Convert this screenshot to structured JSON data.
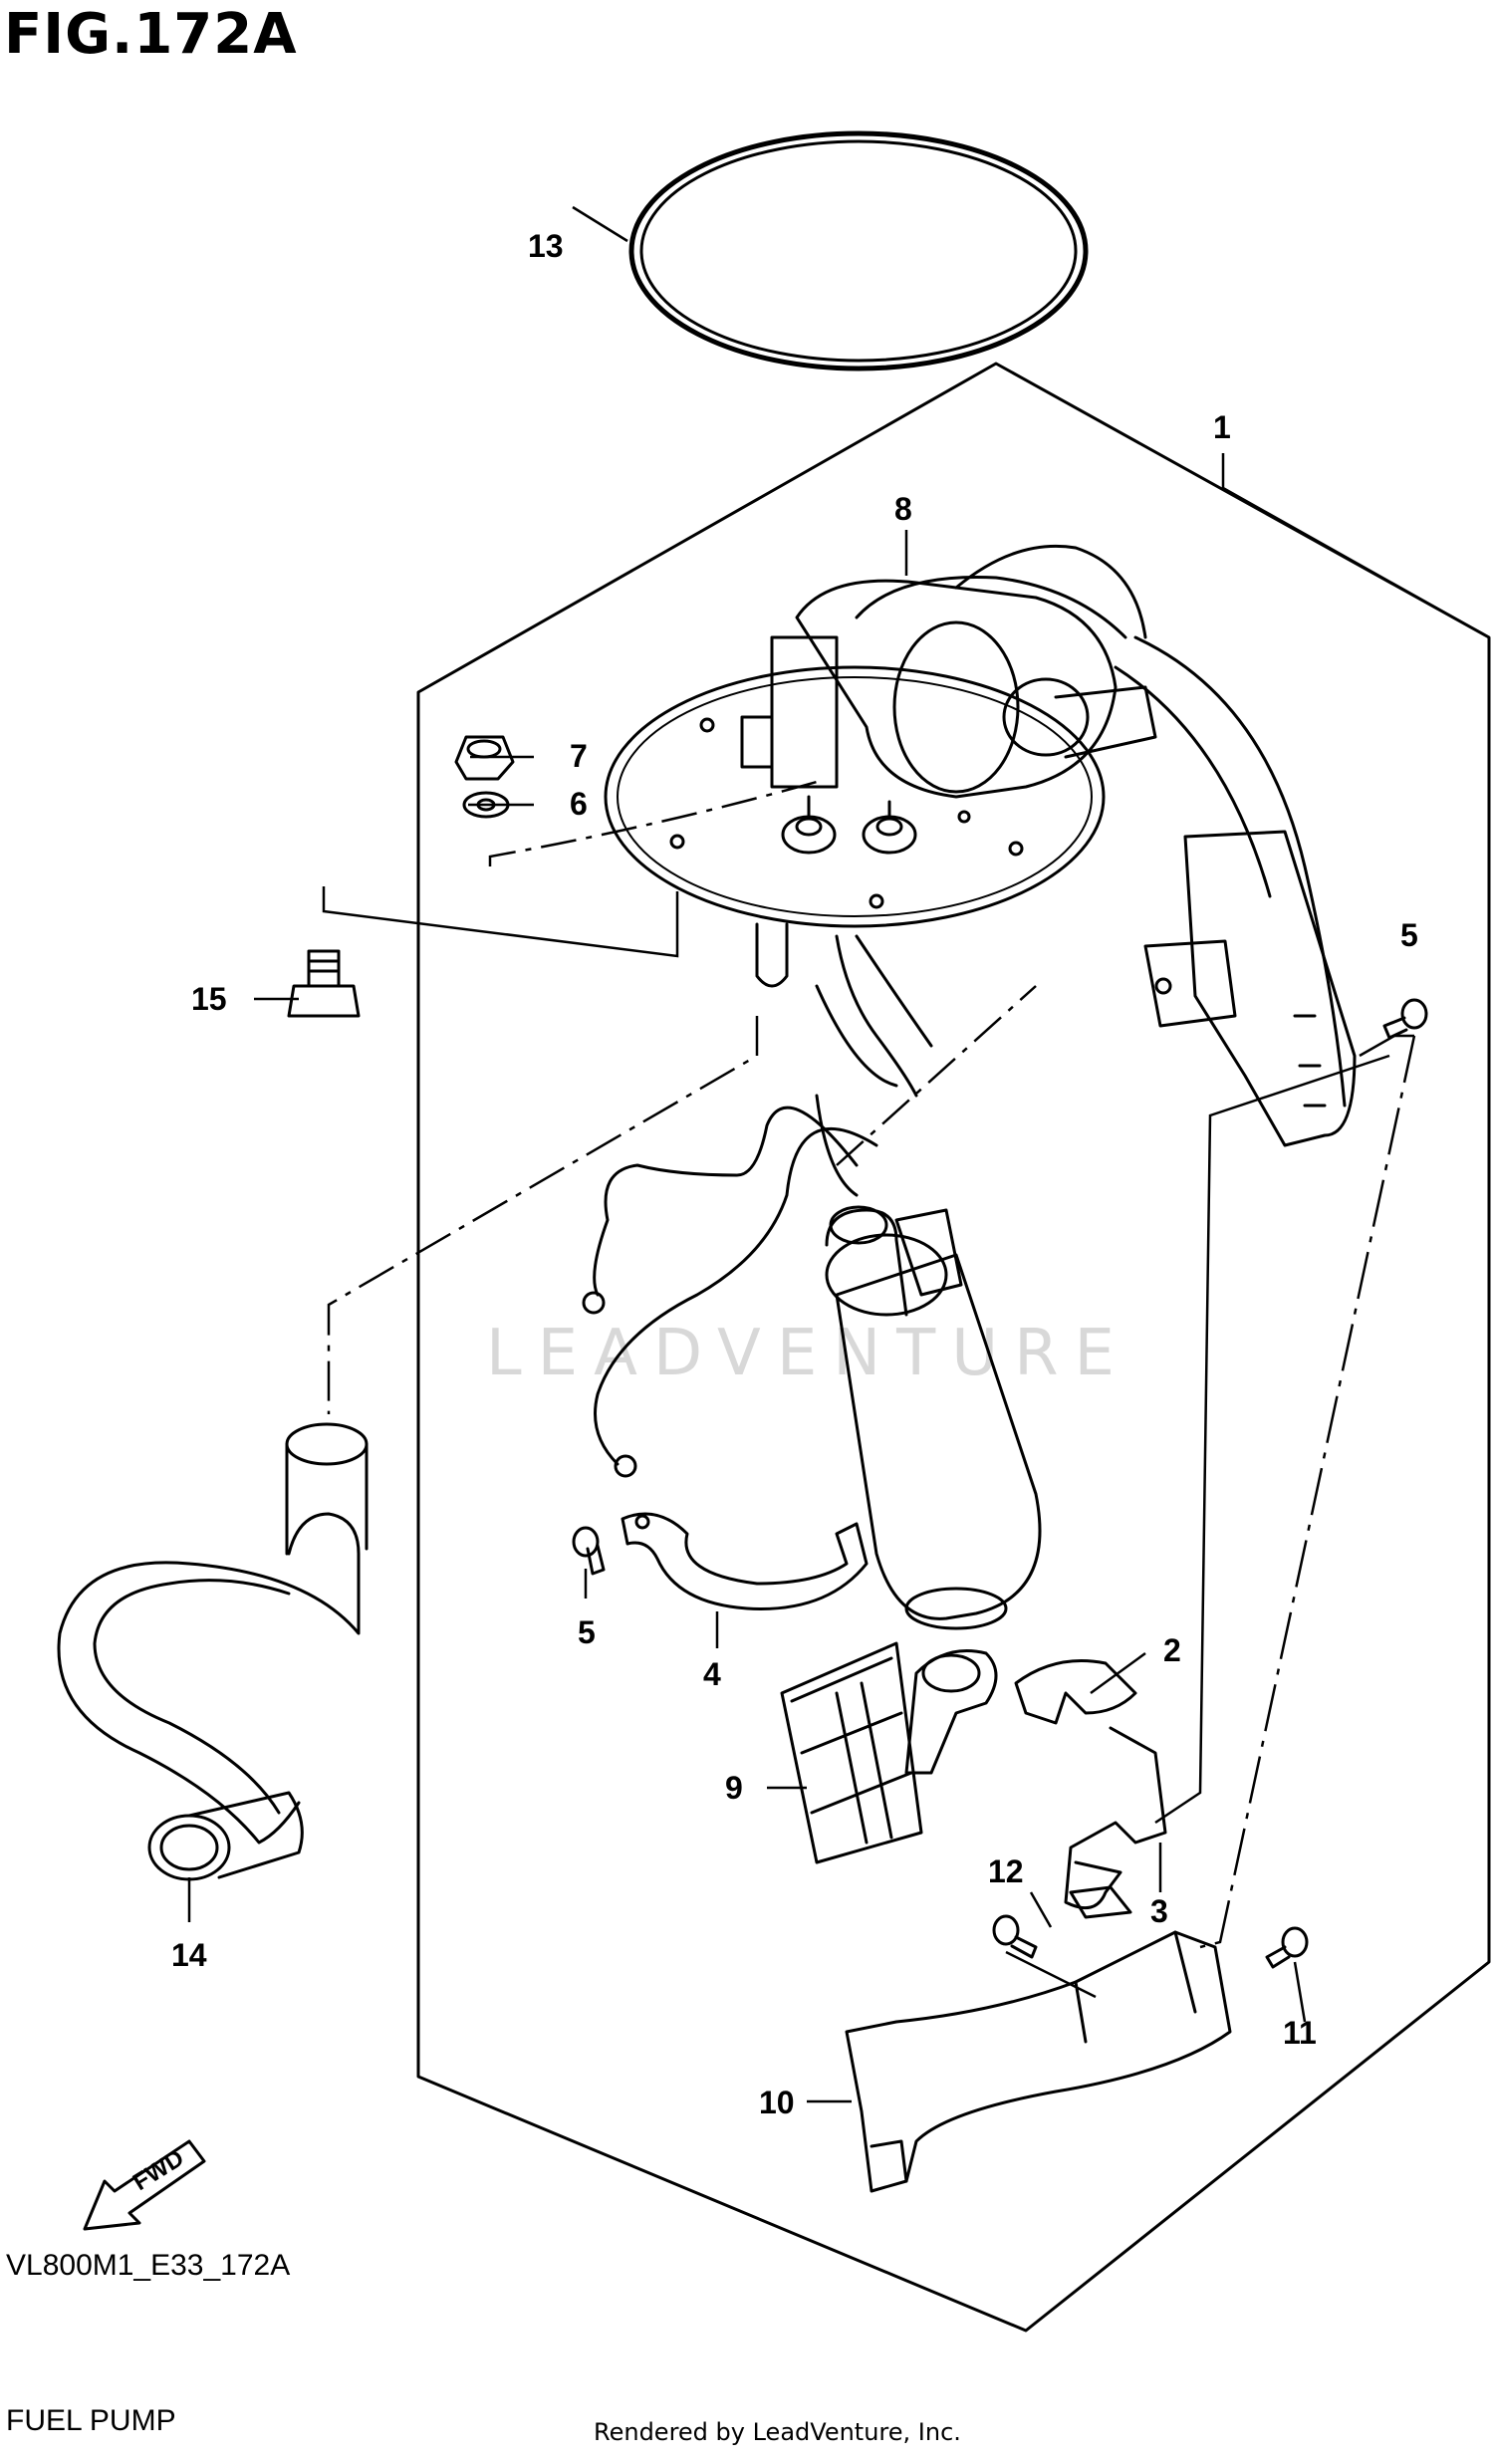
{
  "figure": {
    "title": "FIG.172A",
    "code": "VL800M1_E33_172A",
    "name": "FUEL PUMP",
    "rendered_by": "Rendered by LeadVenture, Inc.",
    "watermark": "LEADVENTURE",
    "fwd_label": "FWD"
  },
  "callouts": [
    {
      "id": "callout-1",
      "label": "1"
    },
    {
      "id": "callout-2",
      "label": "2"
    },
    {
      "id": "callout-3",
      "label": "3"
    },
    {
      "id": "callout-4",
      "label": "4"
    },
    {
      "id": "callout-5a",
      "label": "5"
    },
    {
      "id": "callout-5b",
      "label": "5"
    },
    {
      "id": "callout-6",
      "label": "6"
    },
    {
      "id": "callout-7",
      "label": "7"
    },
    {
      "id": "callout-8",
      "label": "8"
    },
    {
      "id": "callout-9",
      "label": "9"
    },
    {
      "id": "callout-10",
      "label": "10"
    },
    {
      "id": "callout-11",
      "label": "11"
    },
    {
      "id": "callout-12",
      "label": "12"
    },
    {
      "id": "callout-13",
      "label": "13"
    },
    {
      "id": "callout-14",
      "label": "14"
    },
    {
      "id": "callout-15",
      "label": "15"
    }
  ]
}
